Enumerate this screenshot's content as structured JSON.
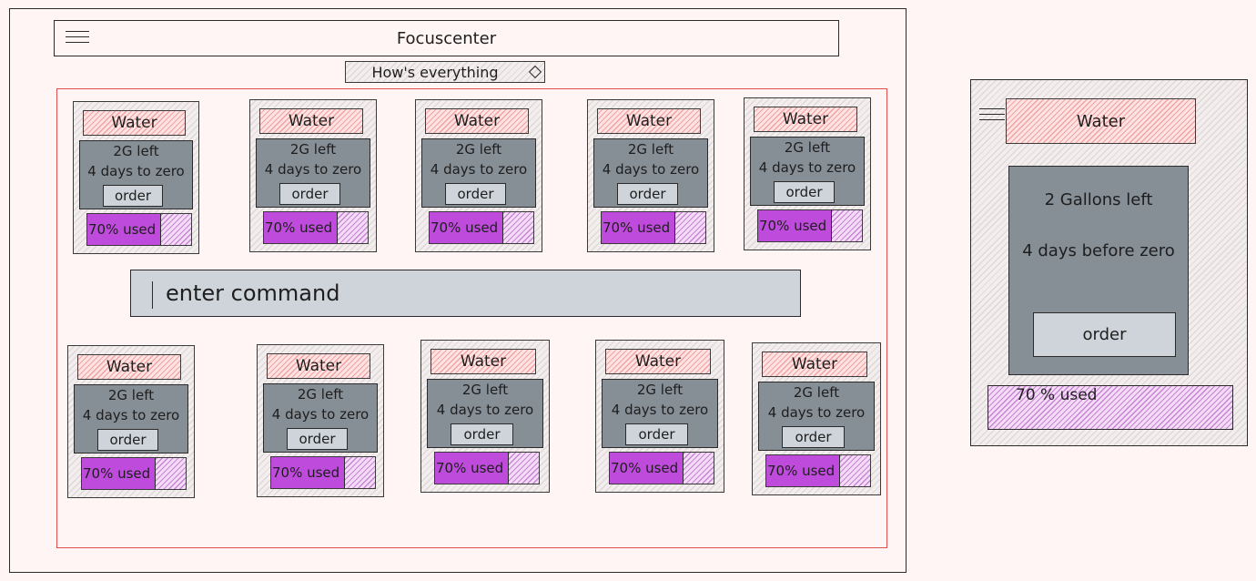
{
  "header": {
    "title": "Focuscenter",
    "menu_icon": "hamburger-menu-icon"
  },
  "status_select": {
    "value": "How's everything",
    "icon": "diamond-icon"
  },
  "command": {
    "placeholder": "enter command"
  },
  "cards": [
    {
      "title": "Water",
      "remaining": "2G left",
      "days": "4 days to zero",
      "order_label": "order",
      "usage_label": "70% used",
      "usage_pct": 70
    },
    {
      "title": "Water",
      "remaining": "2G left",
      "days": "4 days to zero",
      "order_label": "order",
      "usage_label": "70% used",
      "usage_pct": 70
    },
    {
      "title": "Water",
      "remaining": "2G left",
      "days": "4 days to zero",
      "order_label": "order",
      "usage_label": "70% used",
      "usage_pct": 70
    },
    {
      "title": "Water",
      "remaining": "2G left",
      "days": "4 days to zero",
      "order_label": "order",
      "usage_label": "70% used",
      "usage_pct": 70
    },
    {
      "title": "Water",
      "remaining": "2G left",
      "days": "4 days to zero",
      "order_label": "order",
      "usage_label": "70% used",
      "usage_pct": 70
    },
    {
      "title": "Water",
      "remaining": "2G left",
      "days": "4 days to zero",
      "order_label": "order",
      "usage_label": "70% used",
      "usage_pct": 70
    },
    {
      "title": "Water",
      "remaining": "2G left",
      "days": "4 days to zero",
      "order_label": "order",
      "usage_label": "70% used",
      "usage_pct": 70
    },
    {
      "title": "Water",
      "remaining": "2G left",
      "days": "4 days to zero",
      "order_label": "order",
      "usage_label": "70% used",
      "usage_pct": 70
    },
    {
      "title": "Water",
      "remaining": "2G left",
      "days": "4 days to zero",
      "order_label": "order",
      "usage_label": "70% used",
      "usage_pct": 70
    },
    {
      "title": "Water",
      "remaining": "2G left",
      "days": "4 days to zero",
      "order_label": "order",
      "usage_label": "70% used",
      "usage_pct": 70
    }
  ],
  "detail": {
    "title": "Water",
    "remaining": "2 Gallons left",
    "days": "4 days before zero",
    "order_label": "order",
    "usage_label": "70 % used",
    "usage_pct": 70
  },
  "colors": {
    "accent_purple": "#be4bdb",
    "card_box": "#868e96",
    "button": "#ced4da",
    "title_hatch": "#f1a3a3",
    "dashboard_border": "#e05050"
  }
}
